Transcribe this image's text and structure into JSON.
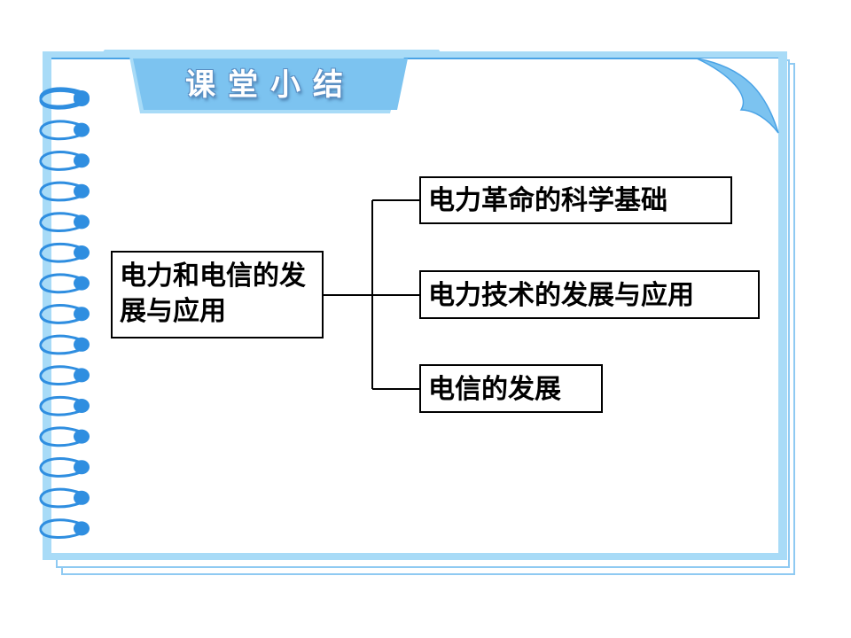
{
  "slide": {
    "title": "课堂小结"
  },
  "diagram": {
    "root": "电力和电信的发展与应用",
    "children": [
      "电力革命的科学基础",
      "电力技术的发展与应用",
      "电信的发展"
    ]
  },
  "colors": {
    "frame_blue": "#4aa3e6",
    "light_blue": "#a8dbf7",
    "tab_blue": "#7cc3f0",
    "ring_blue": "#2f8ee0",
    "line_black": "#000000"
  },
  "icons": {
    "binding": "spiral-ring-icon",
    "corner": "page-curl-icon"
  }
}
